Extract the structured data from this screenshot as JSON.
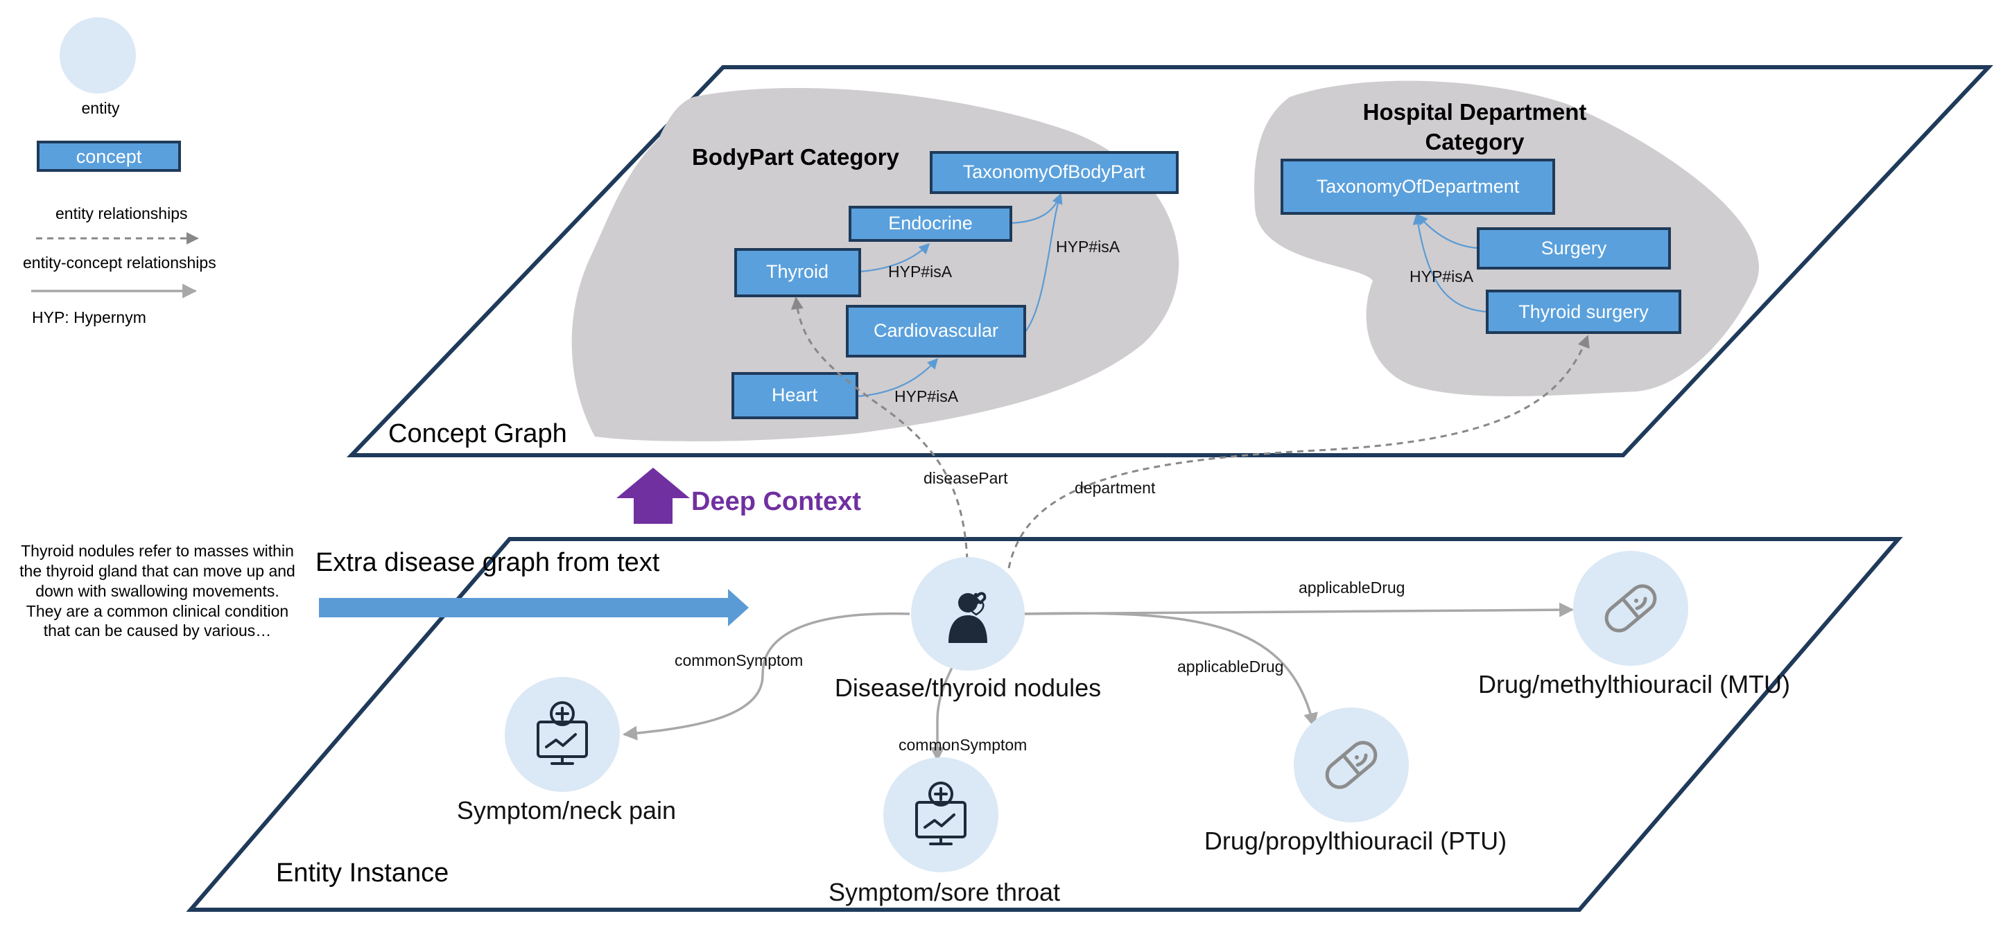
{
  "legend": {
    "entity_label": "entity",
    "concept_label": "concept",
    "entity_relationships_label": "entity relationships",
    "entity_concept_relationships_label": "entity-concept relationships",
    "hyp_note": "HYP: Hypernym"
  },
  "concept_graph": {
    "title": "Concept Graph",
    "bodypart_category": {
      "title": "BodyPart Category",
      "nodes": {
        "taxonomy": "TaxonomyOfBodyPart",
        "endocrine": "Endocrine",
        "thyroid": "Thyroid",
        "cardiovascular": "Cardiovascular",
        "heart": "Heart"
      },
      "edge_labels": {
        "thyroid_endocrine": "HYP#isA",
        "endocrine_taxonomy": "HYP#isA",
        "heart_cardiovascular": "HYP#isA"
      }
    },
    "department_category": {
      "title_line1": "Hospital Department",
      "title_line2": "Category",
      "nodes": {
        "taxonomy": "TaxonomyOfDepartment",
        "surgery": "Surgery",
        "thyroid_surgery": "Thyroid surgery"
      },
      "edge_label": "HYP#isA"
    }
  },
  "deep_context": {
    "label": "Deep Context",
    "color": "#7030a0"
  },
  "cross_relations": {
    "disease_part": "diseasePart",
    "department": "department"
  },
  "source_text": {
    "lines": [
      "Thyroid nodules refer to masses within",
      "the thyroid gland that can move up and",
      "down with swallowing movements.",
      "They are a common clinical condition",
      "that can be caused by various…"
    ]
  },
  "extraction": {
    "label": "Extra disease graph from text"
  },
  "entity_instance": {
    "title": "Entity Instance",
    "disease": {
      "label": "Disease/thyroid nodules",
      "icon": "patient-icon"
    },
    "symptom_neck": {
      "label": "Symptom/neck pain",
      "icon": "medical-monitor-icon"
    },
    "symptom_throat": {
      "label": "Symptom/sore throat",
      "icon": "medical-monitor-icon"
    },
    "drug_ptu": {
      "label": "Drug/propylthiouracil (PTU)",
      "icon": "pill-icon"
    },
    "drug_mtu": {
      "label": "Drug/methylthiouracil (MTU)",
      "icon": "pill-icon"
    },
    "edge_labels": {
      "common_symptom_neck": "commonSymptom",
      "common_symptom_throat": "commonSymptom",
      "applicable_drug_ptu": "applicableDrug",
      "applicable_drug_mtu": "applicableDrug"
    }
  },
  "colors": {
    "concept_fill": "#5aa0dc",
    "concept_border": "#1f3a5a",
    "entity_fill": "#dbe8f5",
    "blob": "#cfcdcf",
    "plane_border": "#1f3a5a",
    "extraction_arrow": "#5b9bd5"
  }
}
